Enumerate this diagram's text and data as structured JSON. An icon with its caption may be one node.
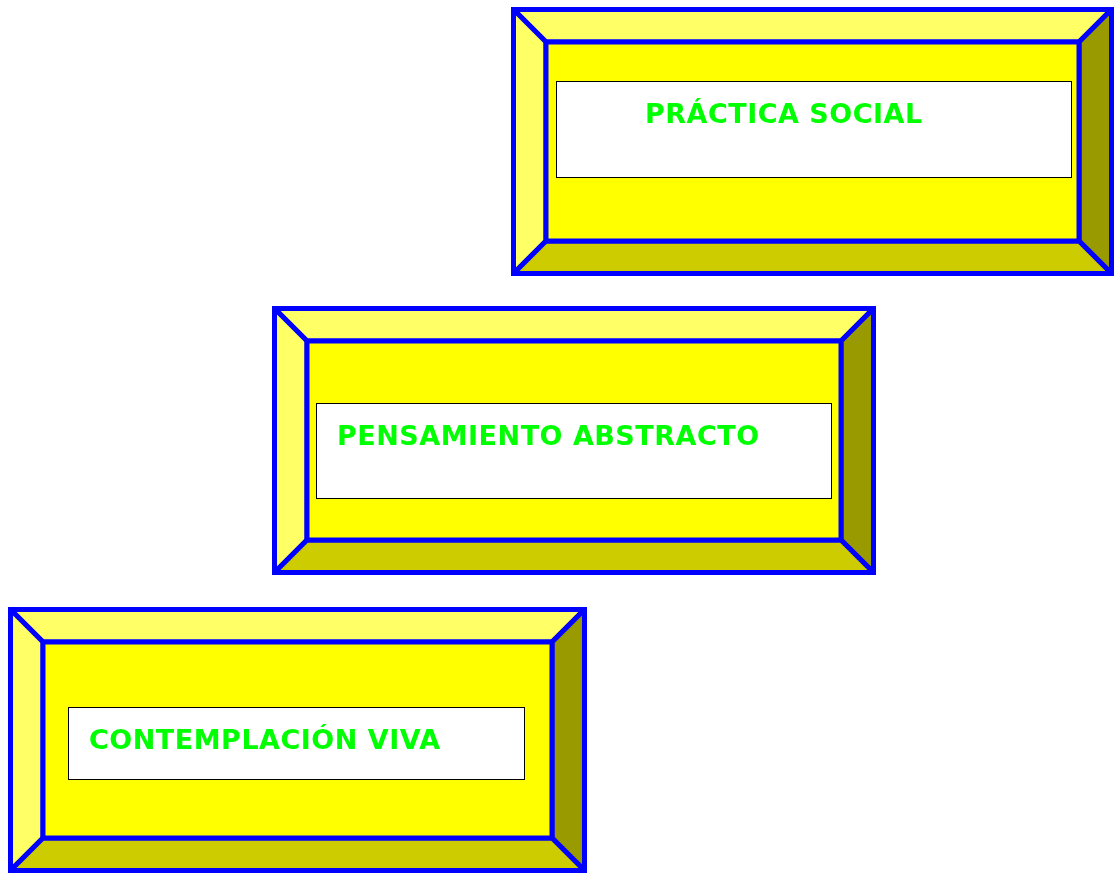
{
  "diagram": {
    "nodes": [
      {
        "text": [],
        "shape": "box"
      },
      {
        "text": [
          "PRÁCTICA SOCIAL"
        ],
        "in": 0
      },
      {
        "text": [],
        "shape": "box"
      },
      {
        "text": [
          "PENSAMIENTO ABSTRACTO"
        ],
        "in": 2
      },
      {
        "text": [],
        "shape": "box"
      },
      {
        "text": [
          "CONTEMPLACIÓN VIVA"
        ],
        "in": 4
      }
    ]
  }
}
